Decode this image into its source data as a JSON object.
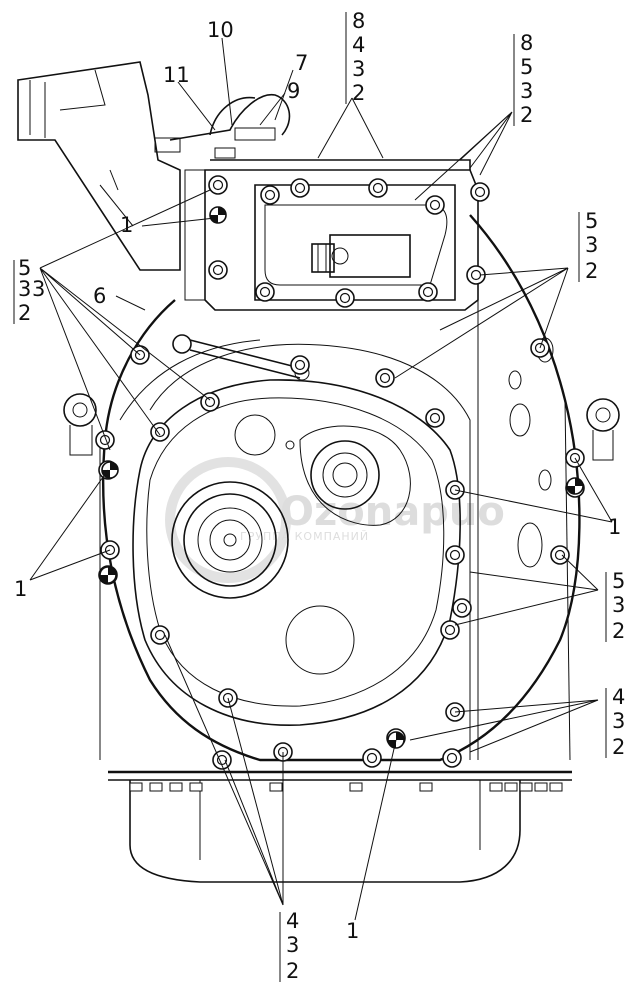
{
  "watermark": {
    "brand": "Ozonapuo",
    "subtitle": "ГРУППА КОМПАНИЙ"
  },
  "callouts": {
    "c10": "10",
    "c11": "11",
    "c7": "7",
    "c9": "9",
    "c6": "6",
    "c1_top": "1",
    "c1_left": "1",
    "c1_right": "1",
    "c1_bottom": "1",
    "stack_top_mid": [
      "8",
      "4",
      "3",
      "2"
    ],
    "stack_top_right": [
      "8",
      "5",
      "3",
      "2"
    ],
    "stack_left": [
      "5",
      "3",
      "3",
      "2"
    ],
    "stack_right_upper": [
      "5",
      "3",
      "2"
    ],
    "stack_right_mid": [
      "5",
      "3",
      "2"
    ],
    "stack_right_low": [
      "4",
      "3",
      "2"
    ],
    "stack_bottom": [
      "4",
      "3",
      "2"
    ]
  }
}
